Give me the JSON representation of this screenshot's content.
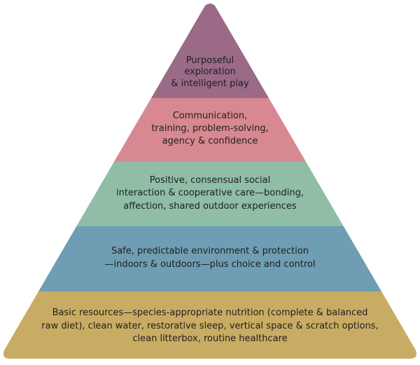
{
  "pyramid": {
    "tiers": [
      {
        "lines": [
          "Purposeful",
          "exploration",
          "& intelligent play"
        ],
        "color": "#9a6a87"
      },
      {
        "lines": [
          "Communication,",
          "training, problem-solving,",
          "agency & confidence"
        ],
        "color": "#d88890"
      },
      {
        "lines": [
          "Positive, consensual social",
          "interaction & cooperative care—bonding,",
          "affection, shared outdoor experiences"
        ],
        "color": "#8fbda6"
      },
      {
        "lines": [
          "Safe, predictable environment & protection",
          "—indoors & outdoors—plus choice and control"
        ],
        "color": "#6f9db3"
      },
      {
        "lines": [
          "Basic resources—species-appropriate nutrition (complete & balanced",
          "raw diet), clean water, restorative sleep, vertical space & scratch options,",
          "clean litterbox, routine healthcare"
        ],
        "color": "#c9ac63"
      }
    ]
  }
}
